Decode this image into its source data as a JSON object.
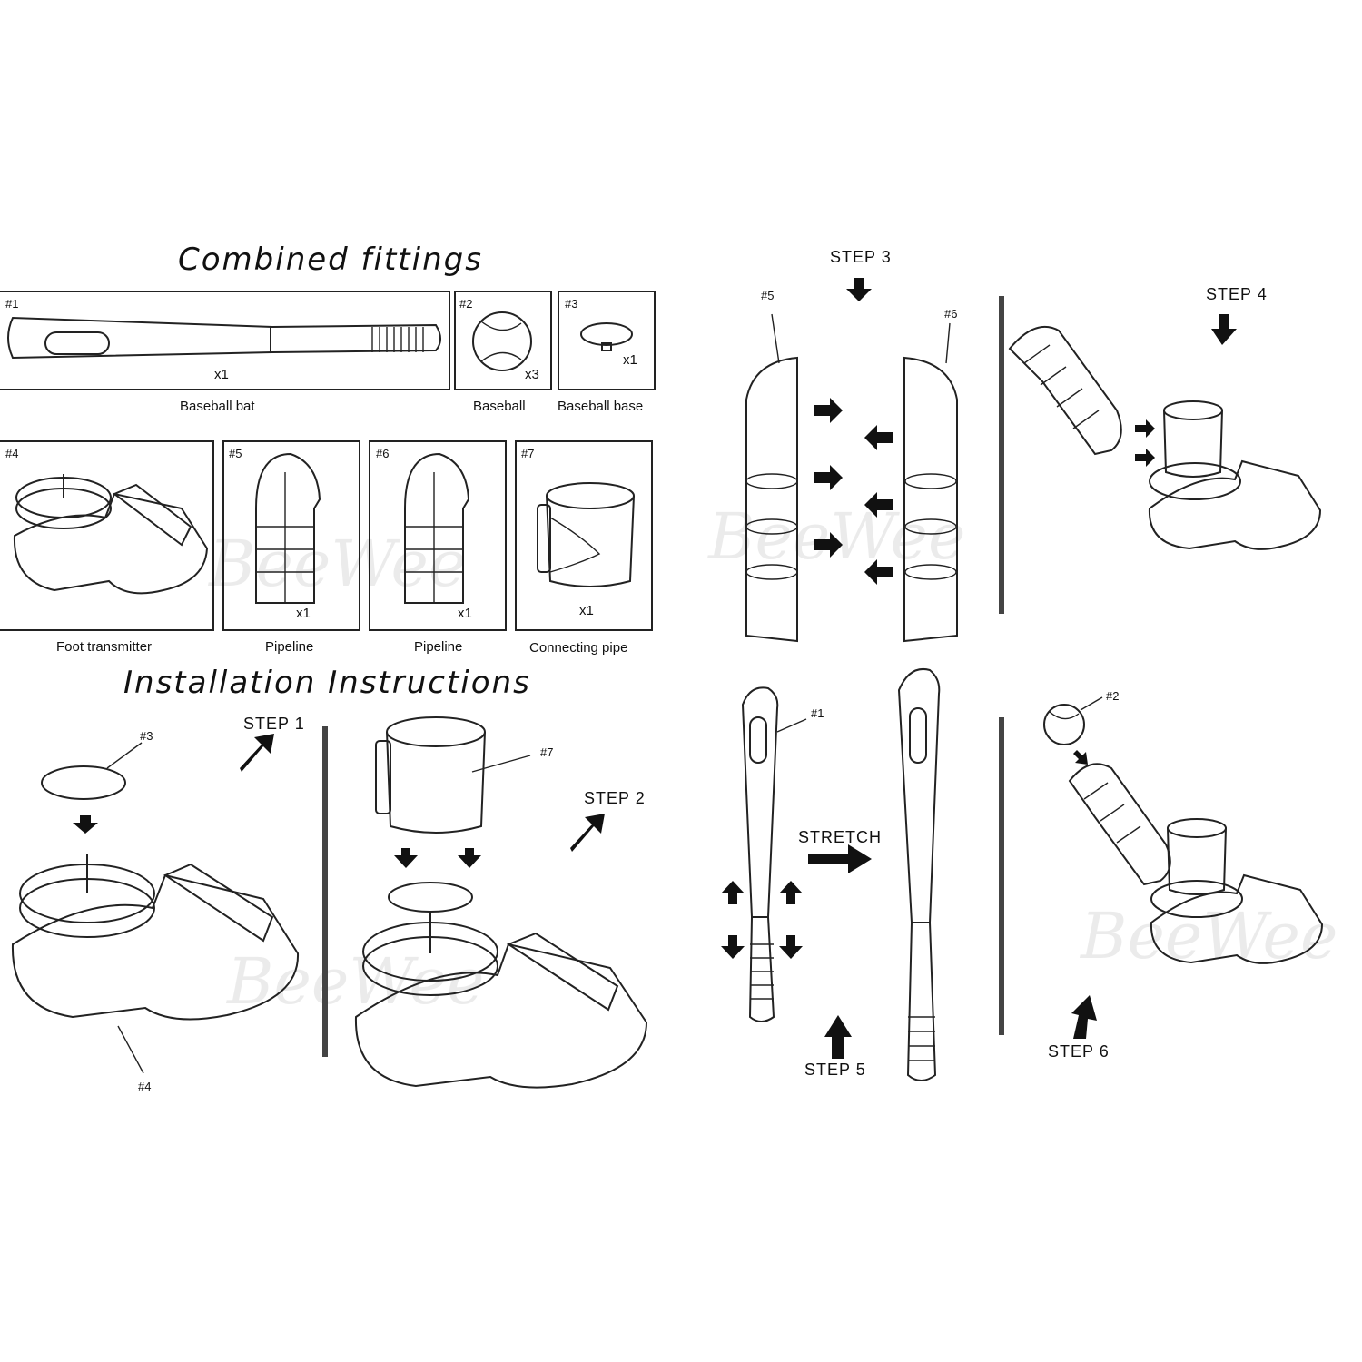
{
  "titles": {
    "fittings": "Combined fittings",
    "instructions": "Installation Instructions"
  },
  "parts": [
    {
      "tag": "#1",
      "qty": "x1",
      "label": "Baseball bat"
    },
    {
      "tag": "#2",
      "qty": "x3",
      "label": "Baseball"
    },
    {
      "tag": "#3",
      "qty": "x1",
      "label": "Baseball base"
    },
    {
      "tag": "#4",
      "qty": "",
      "label": "Foot transmitter"
    },
    {
      "tag": "#5",
      "qty": "x1",
      "label": "Pipeline"
    },
    {
      "tag": "#6",
      "qty": "x1",
      "label": "Pipeline"
    },
    {
      "tag": "#7",
      "qty": "x1",
      "label": "Connecting pipe"
    }
  ],
  "steps": {
    "s1": "STEP  1",
    "s2": "STEP  2",
    "s3": "STEP  3",
    "s4": "STEP  4",
    "s5": "STEP  5",
    "s6": "STEP  6",
    "stretch": "STRETCH"
  },
  "callouts": {
    "c3": "#3",
    "c4": "#4",
    "c7": "#7",
    "c5": "#5",
    "c6": "#6",
    "c1": "#1",
    "c2": "#2"
  },
  "watermark": "BeeWee",
  "icons": [
    "arrow-icon",
    "baseball-bat-icon",
    "baseball-icon",
    "base-icon",
    "foot-transmitter-icon",
    "pipeline-icon",
    "connecting-pipe-icon"
  ]
}
